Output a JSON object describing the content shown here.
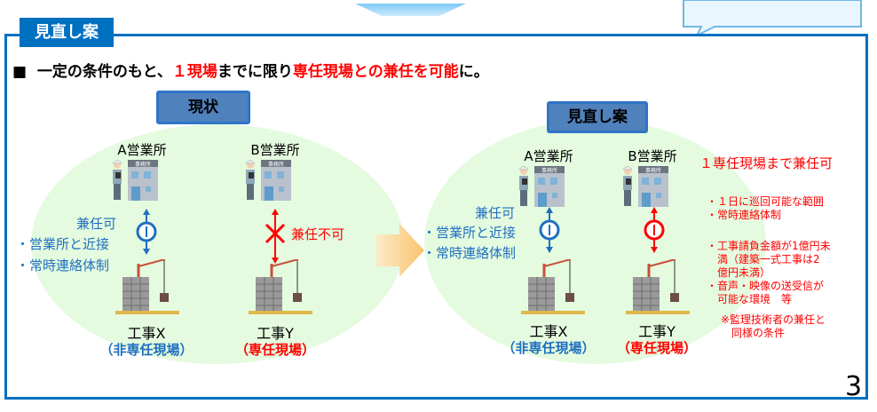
{
  "tab_label": "見直し案",
  "heading": {
    "bullet": "■",
    "part1": "一定の条件のもと、",
    "part2": "１現場",
    "part3": "までに限り",
    "part4": "専任現場との兼任を可能",
    "part5": "に。"
  },
  "current": {
    "banner": "現状",
    "office_a": "A営業所",
    "office_b": "B営業所",
    "ok_title": "兼任可",
    "ok_items": [
      "・営業所と近接",
      "・常時連絡体制"
    ],
    "ng_label": "兼任不可",
    "site_x": "工事X",
    "site_x_type": "（非専任現場）",
    "site_y": "工事Y",
    "site_y_type": "（専任現場）"
  },
  "proposal": {
    "banner": "見直し案",
    "office_a": "A営業所",
    "office_b": "B営業所",
    "ok_title": "兼任可",
    "ok_items": [
      "・営業所と近接",
      "・常時連絡体制"
    ],
    "site_x": "工事X",
    "site_x_type": "（非専任現場）",
    "site_y": "工事Y",
    "site_y_type": "（専任現場）",
    "headline": "１専任現場まで兼任可",
    "conditions": [
      "・１日に巡回可能な範囲",
      "・常時連絡体制",
      "・工事請負金額が1億円未",
      "　満（建築一式工事は2",
      "　億円未満）",
      "・音声・映像の送受信が",
      "　可能な環境　等"
    ],
    "footnote": [
      "※監理技術者の兼任と",
      "　同様の条件"
    ]
  },
  "page_number": "3",
  "office_sign": "事務所",
  "colors": {
    "blue": "#0070C0",
    "red": "#FF0000",
    "green_bg": "#E4FBDF"
  }
}
